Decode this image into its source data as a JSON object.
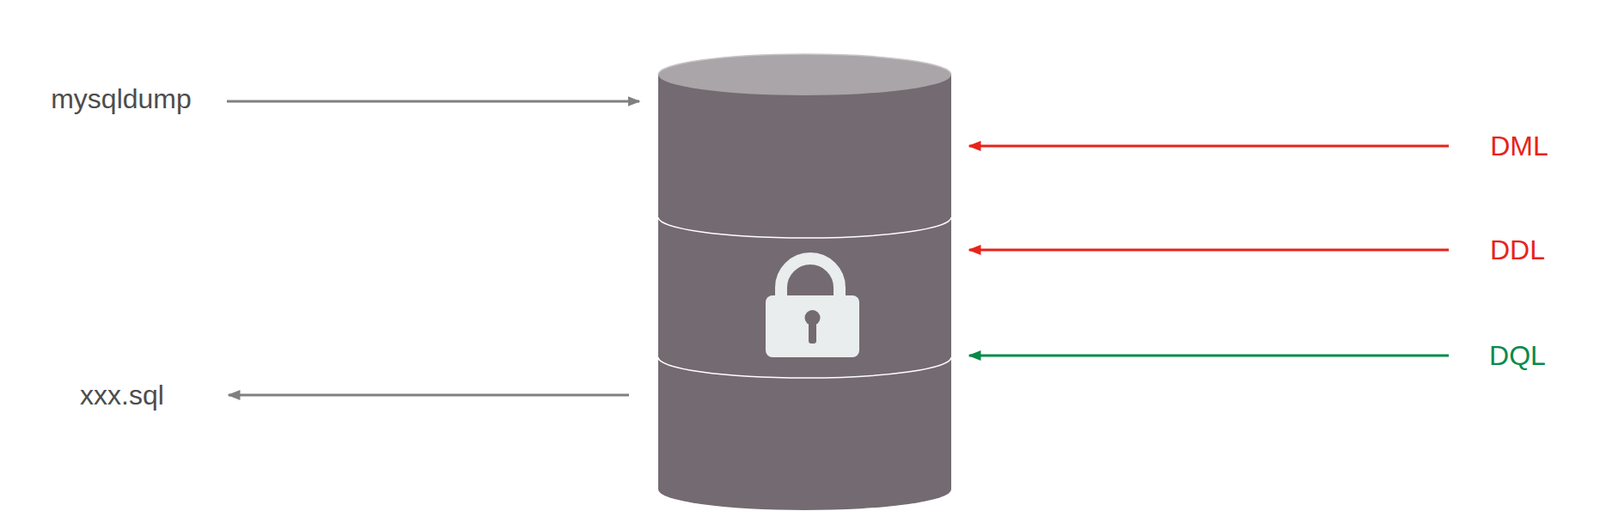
{
  "diagram": {
    "labels": [
      "mysqldump",
      "xxx.sql",
      "DML",
      "DDL",
      "DQL"
    ]
  }
}
